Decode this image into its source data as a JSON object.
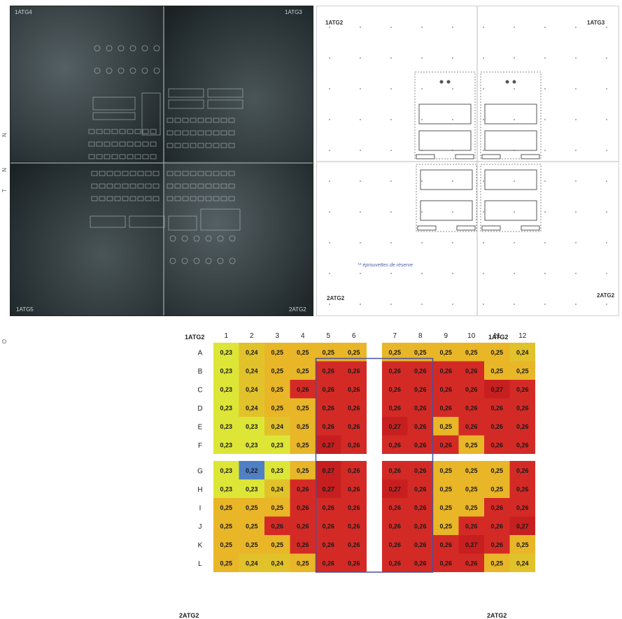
{
  "photo": {
    "corner_labels": [
      "1ATG4",
      "1ATG3",
      "1ATG5",
      "2ATG2"
    ]
  },
  "drawing": {
    "corner_labels": [
      "1ATG2",
      "1ATG3",
      "2ATG2",
      "2ATG2"
    ],
    "note": "** éprouvettes de réserve"
  },
  "side_marks": [
    "N",
    "N",
    "T",
    "O"
  ],
  "chart_data": {
    "type": "heatmap",
    "corner_labels": {
      "top_left": "1ATG2",
      "top_right": "1ATG2",
      "bottom_left": "2ATG2",
      "bottom_right": "2ATG2"
    },
    "columns": [
      "1",
      "2",
      "3",
      "4",
      "5",
      "6",
      "7",
      "8",
      "9",
      "10",
      "11",
      "12"
    ],
    "rows": [
      "A",
      "B",
      "C",
      "D",
      "E",
      "F",
      "G",
      "H",
      "I",
      "J",
      "K",
      "L"
    ],
    "values": [
      [
        "0,23",
        "0,24",
        "0,25",
        "0,25",
        "0,25",
        "0,25",
        "0,25",
        "0,25",
        "0,25",
        "0,25",
        "0,25",
        "0,24"
      ],
      [
        "0,23",
        "0,24",
        "0,25",
        "0,25",
        "0,26",
        "0,26",
        "0,26",
        "0,26",
        "0,26",
        "0,26",
        "0,25",
        "0,25"
      ],
      [
        "0,23",
        "0,24",
        "0,25",
        "0,26",
        "0,26",
        "0,26",
        "0,26",
        "0,26",
        "0,26",
        "0,26",
        "0,27",
        "0,26"
      ],
      [
        "0,23",
        "0,24",
        "0,25",
        "0,25",
        "0,26",
        "0,26",
        "0,26",
        "0,26",
        "0,26",
        "0,26",
        "0,26",
        "0,26"
      ],
      [
        "0,23",
        "0,23",
        "0,24",
        "0,25",
        "0,26",
        "0,26",
        "0,27",
        "0,26",
        "0,25",
        "0,26",
        "0,26",
        "0,26"
      ],
      [
        "0,23",
        "0,23",
        "0,23",
        "0,25",
        "0,27",
        "0,26",
        "0,26",
        "0,26",
        "0,26",
        "0,25",
        "0,26",
        "0,26"
      ],
      [
        "0,23",
        "0,22",
        "0,23",
        "0,25",
        "0,27",
        "0,26",
        "0,26",
        "0,26",
        "0,25",
        "0,25",
        "0,25",
        "0,26"
      ],
      [
        "0,23",
        "0,23",
        "0,24",
        "0,26",
        "0,27",
        "0,26",
        "0,27",
        "0,26",
        "0,25",
        "0,25",
        "0,25",
        "0,26"
      ],
      [
        "0,25",
        "0,25",
        "0,25",
        "0,26",
        "0,26",
        "0,26",
        "0,26",
        "0,26",
        "0,25",
        "0,25",
        "0,26",
        "0,26"
      ],
      [
        "0,25",
        "0,25",
        "0,26",
        "0,26",
        "0,26",
        "0,26",
        "0,26",
        "0,26",
        "0,25",
        "0,26",
        "0,26",
        "0,27"
      ],
      [
        "0,25",
        "0,25",
        "0,25",
        "0,26",
        "0,26",
        "0,26",
        "0,26",
        "0,26",
        "0,26",
        "0,27",
        "0,26",
        "0,25"
      ],
      [
        "0,25",
        "0,24",
        "0,24",
        "0,25",
        "0,26",
        "0,26",
        "0,26",
        "0,26",
        "0,26",
        "0,26",
        "0,25",
        "0,24"
      ]
    ],
    "colors": {
      "0,22": "#4f7fc4",
      "0,23": "#dde637",
      "0,24": "#e2c22a",
      "0,25": "#e9b628",
      "0,26": "#d42a26",
      "0,27": "#c71f1f"
    },
    "outline_color": "#4a4f9e"
  }
}
